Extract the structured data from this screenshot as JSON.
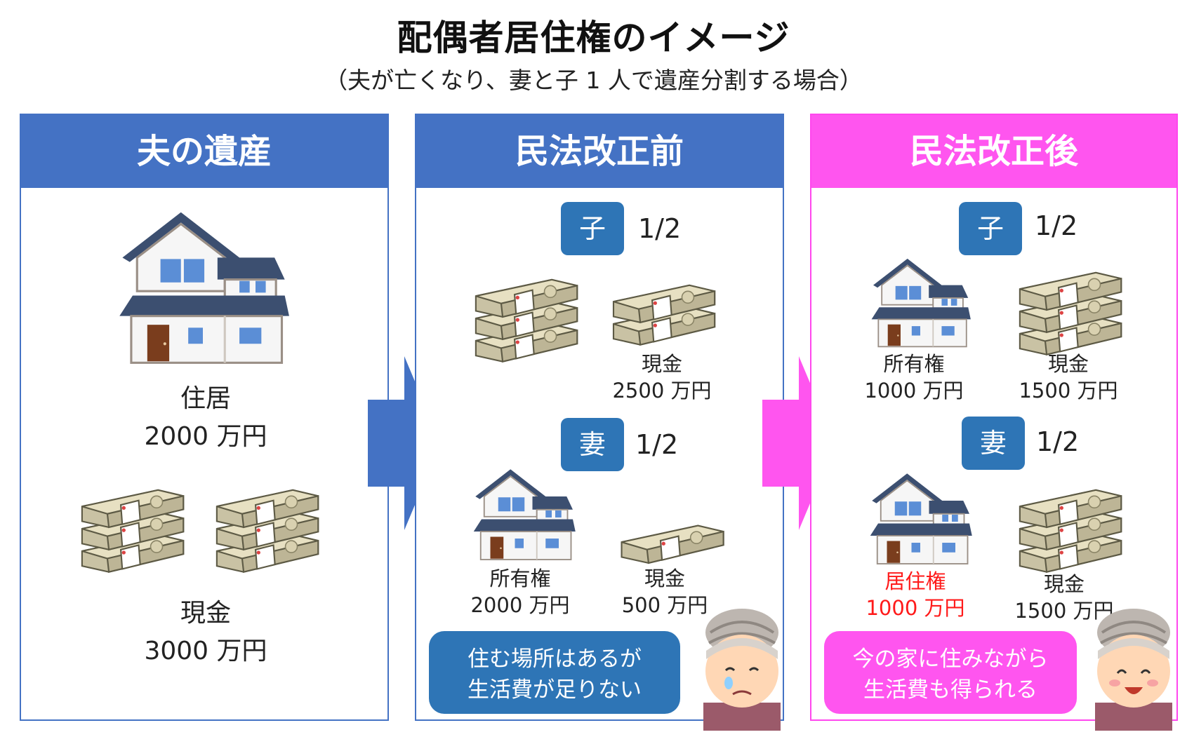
{
  "title": "配偶者居住権のイメージ",
  "subtitle": "（夫が亡くなり、妻と子 1 人で遺産分割する場合）",
  "colors": {
    "blue": "#4472c4",
    "badge_blue": "#2e75b6",
    "pink": "#ff55ef",
    "red": "#ff1a1a"
  },
  "panels": {
    "estate": {
      "header": "夫の遺産",
      "house_label": "住居",
      "house_value": "2000 万円",
      "cash_label": "現金",
      "cash_value": "3000 万円"
    },
    "before": {
      "header": "民法改正前",
      "child_badge": "子",
      "child_share": "1/2",
      "child_cash_label": "現金",
      "child_cash_value": "2500 万円",
      "wife_badge": "妻",
      "wife_share": "1/2",
      "wife_house_label": "所有権",
      "wife_house_value": "2000 万円",
      "wife_cash_label": "現金",
      "wife_cash_value": "500 万円",
      "note_line1": "住む場所はあるが",
      "note_line2": "生活費が足りない"
    },
    "after": {
      "header": "民法改正後",
      "child_badge": "子",
      "child_share": "1/2",
      "child_house_label": "所有権",
      "child_house_value": "1000 万円",
      "child_cash_label": "現金",
      "child_cash_value": "1500 万円",
      "wife_badge": "妻",
      "wife_share": "1/2",
      "wife_house_label": "居住権",
      "wife_house_value": "1000 万円",
      "wife_cash_label": "現金",
      "wife_cash_value": "1500 万円",
      "note_line1": "今の家に住みながら",
      "note_line2": "生活費も得られる"
    }
  },
  "icons": [
    "house-icon",
    "money-stack-icon",
    "arrow-right-icon",
    "grandmother-sad-icon",
    "grandmother-happy-icon"
  ]
}
